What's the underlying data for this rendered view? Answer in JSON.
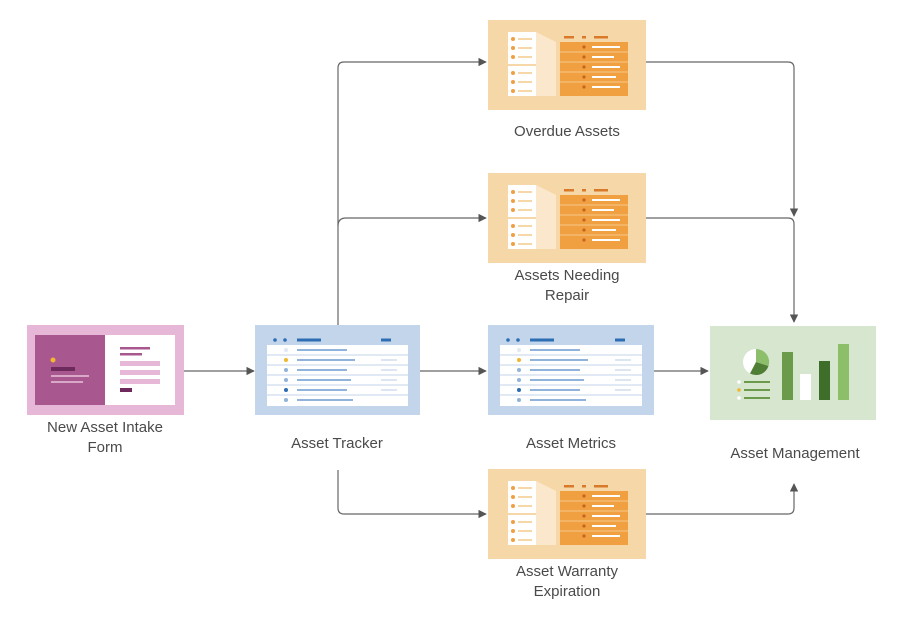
{
  "nodes": {
    "intake_form": {
      "label": "New Asset Intake\nForm",
      "icon": "form-icon"
    },
    "tracker": {
      "label": "Asset Tracker",
      "icon": "sheet-icon"
    },
    "metrics": {
      "label": "Asset Metrics",
      "icon": "sheet-icon"
    },
    "overdue": {
      "label": "Overdue Assets",
      "icon": "report-icon"
    },
    "repair": {
      "label": "Assets Needing\nRepair",
      "icon": "report-icon"
    },
    "warranty": {
      "label": "Asset Warranty\nExpiration",
      "icon": "report-icon"
    },
    "management": {
      "label": "Asset Management",
      "icon": "dashboard-icon"
    }
  },
  "colors": {
    "form_bg": "#e6b7d6",
    "form_dark": "#a8588f",
    "sheet_bg": "#c3d5ea",
    "report_bg": "#f6d7a8",
    "report_orange": "#f0a041",
    "dashboard_bg": "#d7e6cf",
    "dashboard_green": "#6a9a4a",
    "arrow": "#555555"
  }
}
